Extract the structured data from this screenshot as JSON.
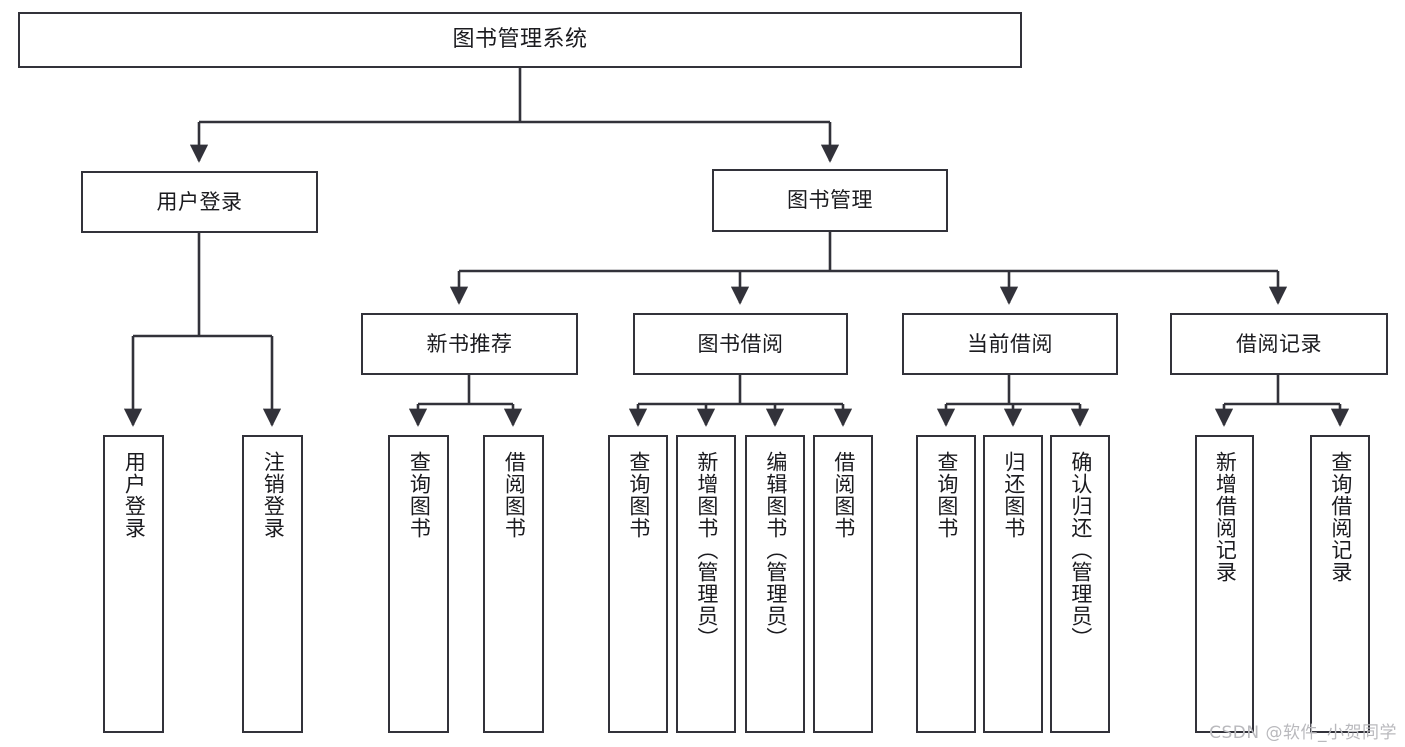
{
  "diagram": {
    "type": "tree-hierarchy",
    "title": "图书管理系统",
    "watermark": "CSDN @软件_小贺同学",
    "colors": {
      "box_border": "#32323a",
      "box_fill": "#ffffff",
      "connector": "#32323a",
      "text": "#1b1b1f",
      "watermark": "#b9b9bd",
      "background": "#ffffff"
    },
    "nodes": {
      "root": {
        "label": "图书管理系统",
        "level": 1
      },
      "user_login": {
        "label": "用户登录",
        "level": 2
      },
      "book_manage": {
        "label": "图书管理",
        "level": 2
      },
      "new_book_rec": {
        "label": "新书推荐",
        "level": 3
      },
      "book_borrow": {
        "label": "图书借阅",
        "level": 3
      },
      "current_borrow": {
        "label": "当前借阅",
        "level": 3
      },
      "borrow_record": {
        "label": "借阅记录",
        "level": 3
      },
      "leaf_user_login": {
        "label": "用户登录",
        "level": 4
      },
      "leaf_logout": {
        "label": "注销登录",
        "level": 4
      },
      "leaf_query_book_1": {
        "label": "查询图书",
        "level": 4
      },
      "leaf_borrow_book_1": {
        "label": "借阅图书",
        "level": 4
      },
      "leaf_query_book_2": {
        "label": "查询图书",
        "level": 4
      },
      "leaf_add_book": {
        "label": "新增图书（管理员）",
        "level": 4
      },
      "leaf_edit_book": {
        "label": "编辑图书（管理员）",
        "level": 4
      },
      "leaf_borrow_book_2": {
        "label": "借阅图书",
        "level": 4
      },
      "leaf_query_book_3": {
        "label": "查询图书",
        "level": 4
      },
      "leaf_return_book": {
        "label": "归还图书",
        "level": 4
      },
      "leaf_confirm_return": {
        "label": "确认归还（管理员）",
        "level": 4
      },
      "leaf_add_record": {
        "label": "新增借阅记录",
        "level": 4
      },
      "leaf_query_record": {
        "label": "查询借阅记录",
        "level": 4
      }
    },
    "edges": [
      {
        "from": "root",
        "to": "user_login"
      },
      {
        "from": "root",
        "to": "book_manage"
      },
      {
        "from": "user_login",
        "to": "leaf_user_login"
      },
      {
        "from": "user_login",
        "to": "leaf_logout"
      },
      {
        "from": "book_manage",
        "to": "new_book_rec"
      },
      {
        "from": "book_manage",
        "to": "book_borrow"
      },
      {
        "from": "book_manage",
        "to": "current_borrow"
      },
      {
        "from": "book_manage",
        "to": "borrow_record"
      },
      {
        "from": "new_book_rec",
        "to": "leaf_query_book_1"
      },
      {
        "from": "new_book_rec",
        "to": "leaf_borrow_book_1"
      },
      {
        "from": "book_borrow",
        "to": "leaf_query_book_2"
      },
      {
        "from": "book_borrow",
        "to": "leaf_add_book"
      },
      {
        "from": "book_borrow",
        "to": "leaf_edit_book"
      },
      {
        "from": "book_borrow",
        "to": "leaf_borrow_book_2"
      },
      {
        "from": "current_borrow",
        "to": "leaf_query_book_3"
      },
      {
        "from": "current_borrow",
        "to": "leaf_return_book"
      },
      {
        "from": "current_borrow",
        "to": "leaf_confirm_return"
      },
      {
        "from": "borrow_record",
        "to": "leaf_add_record"
      },
      {
        "from": "borrow_record",
        "to": "leaf_query_record"
      }
    ]
  }
}
